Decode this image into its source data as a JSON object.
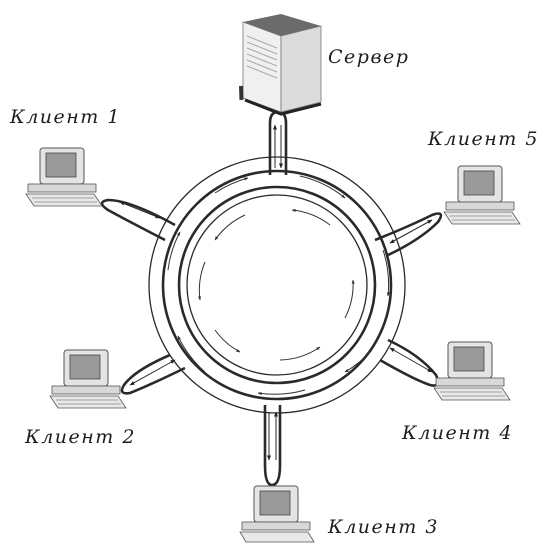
{
  "diagram": {
    "server_label": "Сервер",
    "clients": [
      {
        "label": "Клиент 1"
      },
      {
        "label": "Клиент 2"
      },
      {
        "label": "Клиент 3"
      },
      {
        "label": "Клиент 4"
      },
      {
        "label": "Клиент 5"
      }
    ],
    "colors": {
      "line": "#2a2a2a",
      "monitor": "#d8d8d8",
      "screen": "#9a9a9a",
      "server_top": "#6b6b6b",
      "server_side": "#e9e9e9"
    },
    "icons": [
      "server-icon",
      "computer-icon"
    ]
  }
}
